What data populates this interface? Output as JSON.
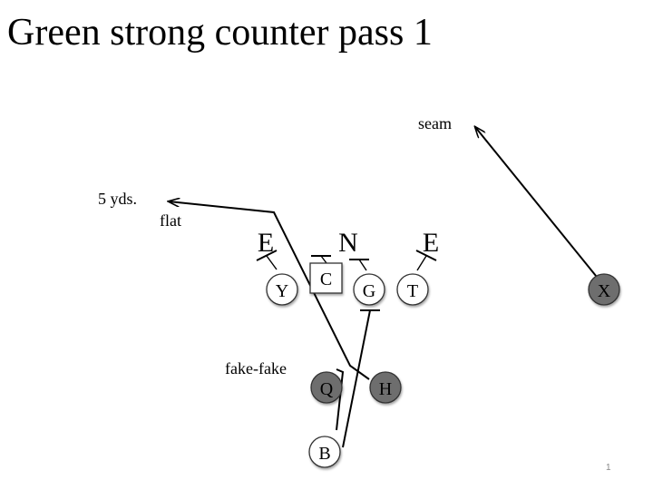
{
  "slide": {
    "title": "Green strong counter pass 1",
    "slide_number": "1"
  },
  "defense": {
    "left_end": "E",
    "nose": "N",
    "right_end": "E"
  },
  "offense": {
    "center": "C",
    "y": "Y",
    "guard": "G",
    "tackle": "T",
    "x": "X",
    "quarterback": "Q",
    "halfback": "H",
    "back": "B"
  },
  "annotations": {
    "seam": "seam",
    "five_yds": "5 yds.",
    "flat": "flat",
    "fake_fake": "fake-fake"
  },
  "colors": {
    "filled_player": "#6e6e6e",
    "open_player": "#ffffff",
    "stroke": "#000000"
  }
}
